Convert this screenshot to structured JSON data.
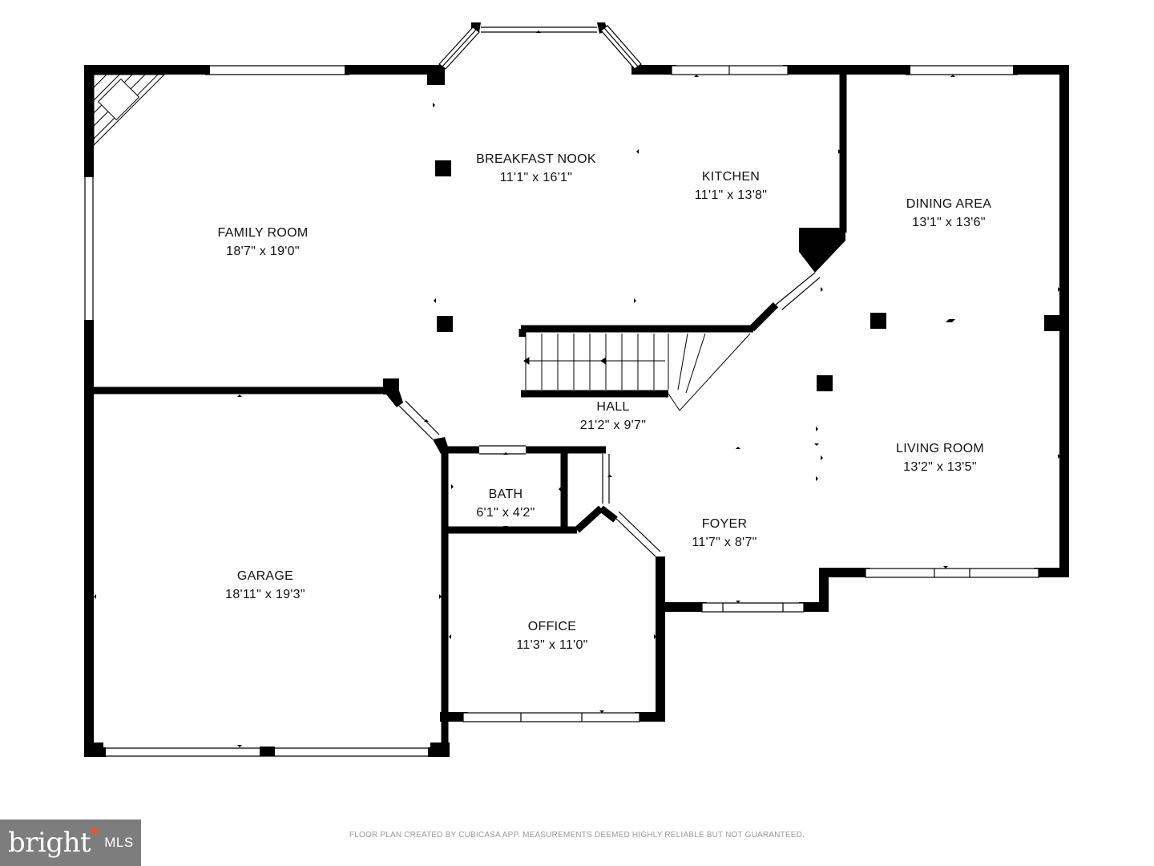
{
  "rooms": {
    "family_room": {
      "name": "FAMILY ROOM",
      "dims": "18'7\" x 19'0\""
    },
    "breakfast_nook": {
      "name": "BREAKFAST NOOK",
      "dims": "11'1\" x 16'1\""
    },
    "kitchen": {
      "name": "KITCHEN",
      "dims": "11'1\" x 13'8\""
    },
    "dining_area": {
      "name": "DINING AREA",
      "dims": "13'1\" x 13'6\""
    },
    "hall": {
      "name": "HALL",
      "dims": "21'2\" x 9'7\""
    },
    "living_room": {
      "name": "LIVING ROOM",
      "dims": "13'2\" x 13'5\""
    },
    "bath": {
      "name": "BATH",
      "dims": "6'1\" x 4'2\""
    },
    "foyer": {
      "name": "FOYER",
      "dims": "11'7\" x 8'7\""
    },
    "garage": {
      "name": "GARAGE",
      "dims": "18'11\" x 19'3\""
    },
    "office": {
      "name": "OFFICE",
      "dims": "11'3\" x 11'0\""
    }
  },
  "footer": {
    "disclaimer": "FLOOR PLAN CREATED BY CUBICASA APP. MEASUREMENTS DEEMED HIGHLY RELIABLE BUT NOT GUARANTEED."
  },
  "logo": {
    "brand": "bright",
    "suffix": "MLS",
    "accent": "#e8562a"
  },
  "colors": {
    "wall": "#000000",
    "window": "#ffffff",
    "background": "#ffffff"
  }
}
